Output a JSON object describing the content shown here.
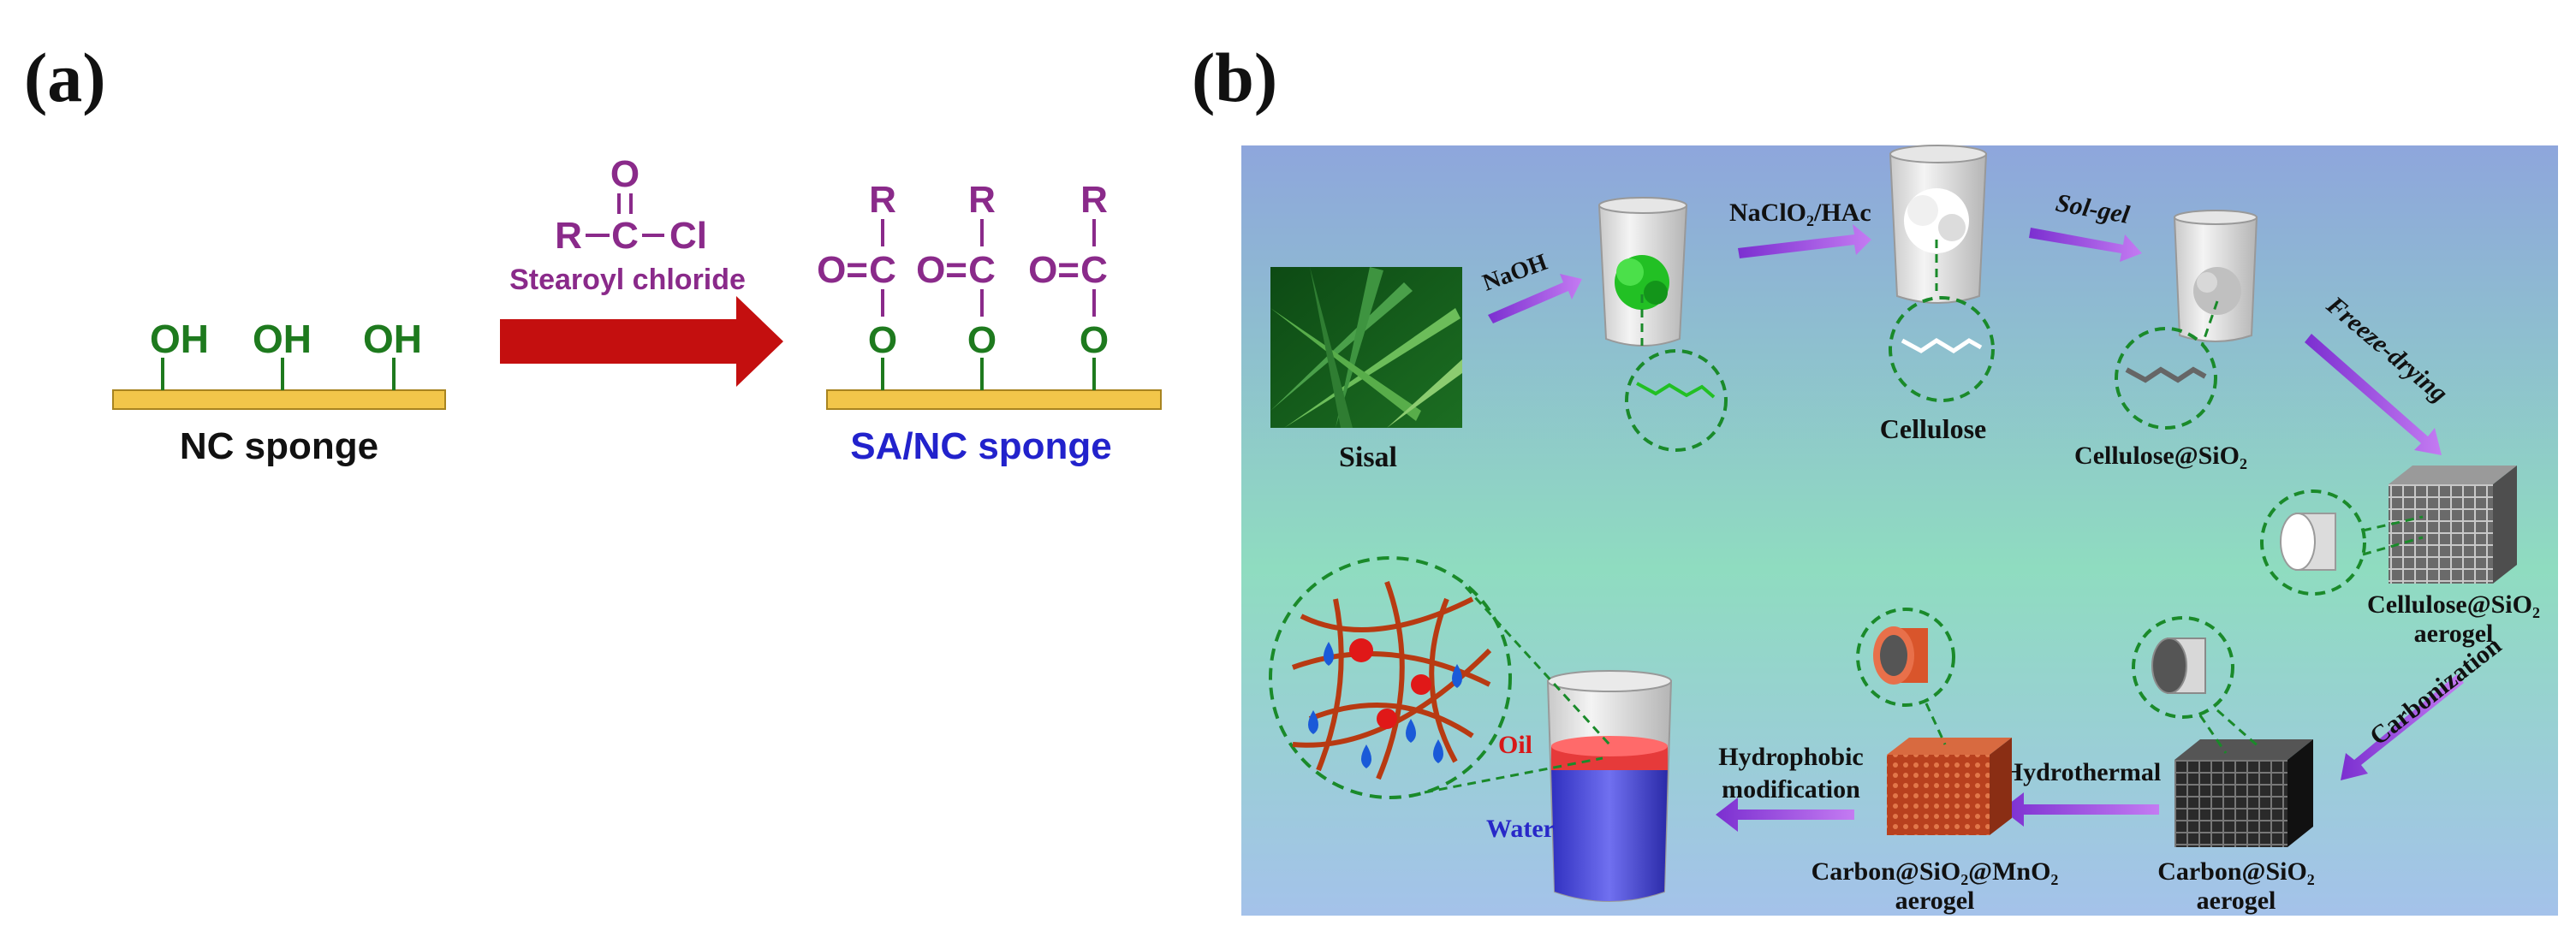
{
  "panel_a": {
    "label": "(a)",
    "oh": "OH",
    "reagent": {
      "o": "O",
      "r": "R",
      "c": "C",
      "cl": "Cl",
      "name": "Stearoyl chloride"
    },
    "ester": {
      "r": "R",
      "o_eq": "O=",
      "c": "C",
      "o": "O"
    },
    "left_caption": "NC sponge",
    "right_caption": "SA/NC sponge"
  },
  "panel_b": {
    "label": "(b)",
    "nodes": {
      "sisal": "Sisal",
      "cellulose": "Cellulose",
      "cellulose_sio2": "Cellulose@SiO₂",
      "cellulose_sio2_aerogel_1": "Cellulose@SiO₂",
      "cellulose_sio2_aerogel_2": "aerogel",
      "carbon_sio2_1": "Carbon@SiO₂",
      "carbon_sio2_2": "aerogel",
      "carbon_mno2_1": "Carbon@SiO₂@MnO₂",
      "carbon_mno2_2": "aerogel",
      "oil": "Oil",
      "water": "Water"
    },
    "steps": {
      "naoh": "NaOH",
      "naclo2": "NaClO₂/HAc",
      "solgel": "Sol-gel",
      "freeze": "Freeze-drying",
      "carbonization": "Carbonization",
      "hydrothermal": "Hydrothermal",
      "hydrophobic_1": "Hydrophobic",
      "hydrophobic_2": "modification"
    }
  },
  "colors": {
    "green": "#1e7a1e",
    "purple": "#8a2a8a",
    "blue": "#2222cc",
    "bar": "#f2c64a",
    "red_arrow": "#c40f0f",
    "purple_arrow": "#9b3dd6",
    "dash": "#1a8a2a"
  }
}
